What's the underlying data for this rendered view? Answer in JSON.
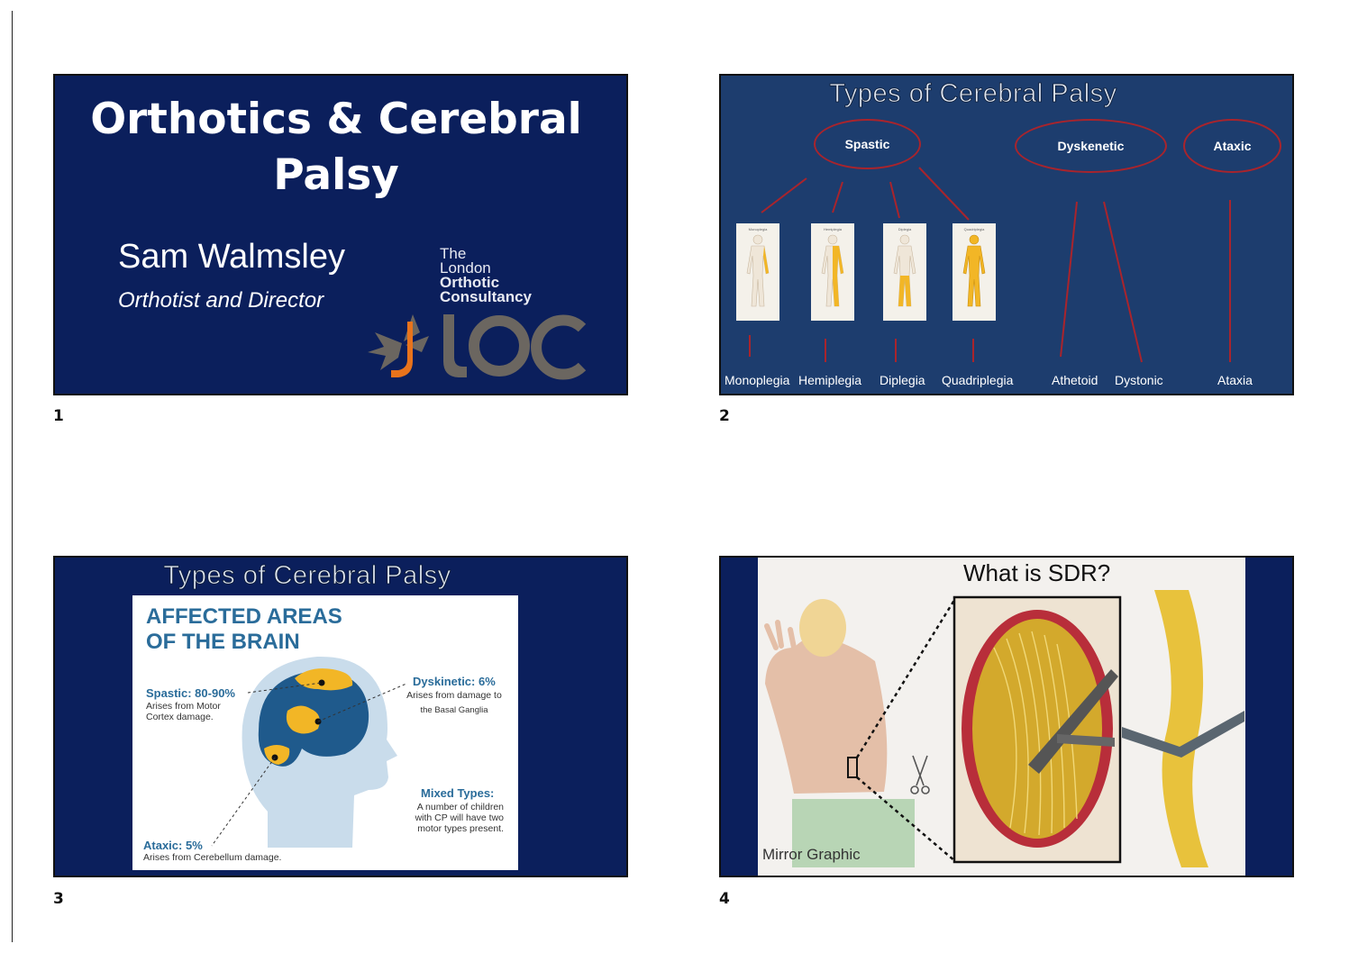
{
  "slides": [
    {
      "number": "1",
      "title": "Orthotics & Cerebral Palsy",
      "presenter": "Sam Walmsley",
      "role": "Orthotist and Director",
      "org": {
        "line1": "The",
        "line2": "London",
        "line3": "Orthotic",
        "line4": "Consultancy",
        "logo_text": "LOC"
      }
    },
    {
      "number": "2",
      "title": "Types of Cerebral Palsy",
      "categories": [
        "Spastic",
        "Dyskenetic",
        "Ataxic"
      ],
      "subtypes": [
        "Monoplegia",
        "Hemiplegia",
        "Diplegia",
        "Quadriplegia",
        "Athetoid",
        "Dystonic",
        "Ataxia"
      ],
      "figure_captions": [
        "Monoplegia",
        "Hemiplegia",
        "Diplegia",
        "Quadriplegia"
      ]
    },
    {
      "number": "3",
      "title": "Types of Cerebral Palsy",
      "panel_heading": [
        "AFFECTED AREAS",
        "OF THE BRAIN"
      ],
      "spastic": {
        "label": "Spastic: 80-90%",
        "desc": [
          "Arises from Motor",
          "Cortex damage."
        ]
      },
      "dyskinetic": {
        "label": "Dyskinetic: 6%",
        "desc": [
          "Arises from damage to",
          "the Basal Ganglia"
        ]
      },
      "mixed": {
        "label": "Mixed Types:",
        "desc": [
          "A number of children",
          "with CP will have two",
          "motor types present."
        ]
      },
      "ataxic": {
        "label": "Ataxic: 5%",
        "desc": [
          "Arises from Cerebellum damage."
        ]
      }
    },
    {
      "number": "4",
      "title": "What is SDR?",
      "credit": "Mirror Graphic"
    }
  ],
  "colors": {
    "navy": "#0b1f5c",
    "slide2_bg": "#1d3d6e",
    "oval_red": "#a9242c",
    "accent_blue": "#2a6c9a",
    "brain_yellow": "#f2b626",
    "logo_orange": "#e8731c",
    "logo_grey": "#6b6660"
  }
}
